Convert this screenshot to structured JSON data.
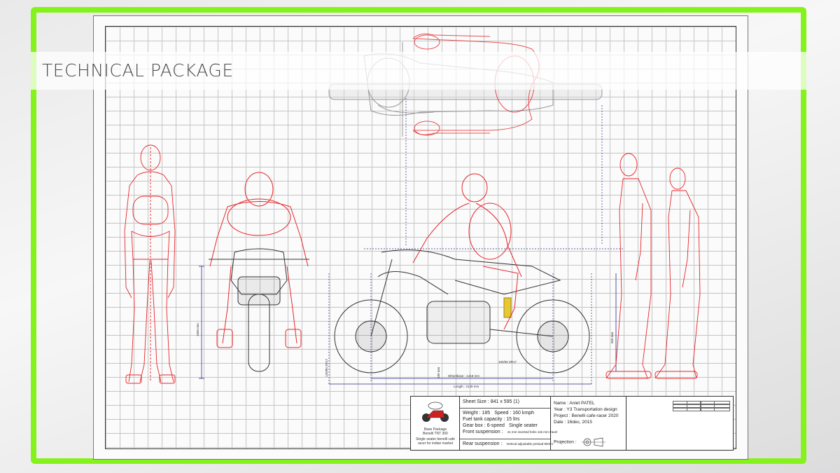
{
  "banner": {
    "title": "TECHNICAL PACKAGE"
  },
  "dimensions": {
    "front_height": "1060 mm",
    "side_height": "860 mm",
    "wheelbase": "Wheelbase : 1418 mm",
    "length": "Length : 2130 mm",
    "tire_front": "120/80 ZR17",
    "tire_rear": "160/60 ZR17",
    "ground_clearance": "180 mm"
  },
  "title_block": {
    "package_name": "Base Package",
    "package_model": "Benelli TNT 300",
    "package_desc": "Single seater benelli cafe racer for indian market",
    "sheet_size": "Sheet Size : 841 x 595 (1)",
    "weight": "Weight : 185",
    "speed": "Speed : 160 kmph",
    "fuel": "Fuel tank capacity : 15 ltrs",
    "gearbox": "Gear box : 6-speed",
    "seater": "Single seater",
    "front_susp": "Front suspension :",
    "front_susp_val": "41 mm inverted forks 115 mm travel",
    "rear_susp": "Rear suspension :",
    "rear_susp_val": "Vertical adjustable preload 90mm",
    "name": "Name : Aniet PATEL",
    "year": "Year : Y3 Transportation design",
    "project": "Project : Benelli cafe-racer 2020",
    "date": "Date : 16dec, 2015",
    "projection": "Projection :"
  },
  "colors": {
    "frame": "#86f21b",
    "mannequin": "#e5262a",
    "dimension": "#2a2a8a"
  }
}
